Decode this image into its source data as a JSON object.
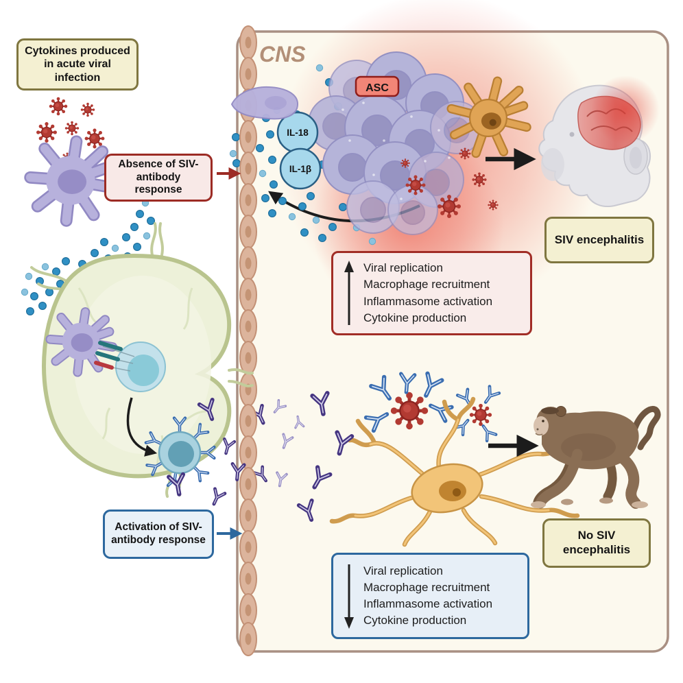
{
  "diagram": {
    "cns_label": "CNS",
    "boxes": {
      "cytokines": "Cytokines produced in acute viral infection",
      "absence": "Absence of SIV-antibody response",
      "activation": "Activation of SIV-antibody response",
      "siv_encephalitis": "SIV encephalitis",
      "no_siv_encephalitis": "No SIV encephalitis"
    },
    "labels": {
      "asc": "ASC",
      "il18": "IL-18",
      "il1b": "IL-1β"
    },
    "increased_effects": {
      "direction": "up",
      "items": [
        "Viral replication",
        "Macrophage recruitment",
        "Inflammasome activation",
        "Cytokine production"
      ]
    },
    "decreased_effects": {
      "direction": "down",
      "items": [
        "Viral replication",
        "Macrophage recruitment",
        "Inflammasome activation",
        "Cytokine production"
      ]
    },
    "colors": {
      "panel_border": "#a99083",
      "panel_bg": "#fcf9ee",
      "cns_label": "#b28f77",
      "yellow_box_bg": "#f4f0d2",
      "yellow_box_border": "#7f7640",
      "red_box_bg": "#f8e9e7",
      "red_box_border": "#9c2b24",
      "blue_box_bg": "#e9f1f8",
      "blue_box_border": "#2d689e",
      "virus_red": "#b23a32",
      "cytokine_blue": "#3090c4",
      "antibody_purple": "#453581",
      "asc_tag_bg": "#f28577"
    }
  }
}
